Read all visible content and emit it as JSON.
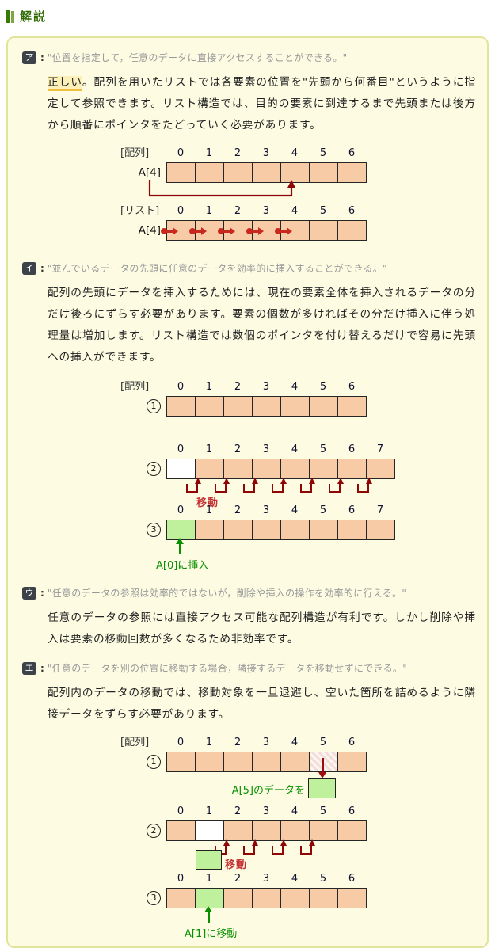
{
  "header": {
    "title": "解説"
  },
  "palette": {
    "panel_bg": "#FDFCE3",
    "panel_border": "#DFE59A",
    "title_green": "#2E6B00",
    "badge_bg": "#3C4248",
    "quote_gray": "#999999",
    "highlight_underline": "#EFBE3C",
    "cell_peach": "#F6CBA6",
    "cell_green": "#BFF09B",
    "arrow_dark_red": "#8F0606",
    "pointer_red": "#C8281E",
    "label_green": "#089000",
    "move_label_red": "#C43333"
  },
  "sections": [
    {
      "badge": "ア",
      "colon": ":",
      "quote": "\"位置を指定して，任意のデータに直接アクセスすることができる。\"",
      "para_highlight": "正しい",
      "para": "。配列を用いたリストでは各要素の位置を\"先頭から何番目\"というように指定して参照できます。リスト構造では、目的の要素に到達するまで先頭または後方から順番にポインタをたどっていく必要があります。"
    },
    {
      "badge": "イ",
      "colon": ":",
      "quote": "\"並んでいるデータの先頭に任意のデータを効率的に挿入することができる。\"",
      "para": "配列の先頭にデータを挿入するためには、現在の要素全体を挿入されるデータの分だけ後ろにずらす必要があります。要素の個数が多ければその分だけ挿入に伴う処理量は増加します。リスト構造では数個のポインタを付け替えるだけで容易に先頭への挿入ができます。"
    },
    {
      "badge": "ウ",
      "colon": ":",
      "quote": "\"任意のデータの参照は効率的ではないが，削除や挿入の操作を効率的に行える。\"",
      "para": "任意のデータの参照には直接アクセス可能な配列構造が有利です。しかし削除や挿入は要素の移動回数が多くなるため非効率です。"
    },
    {
      "badge": "エ",
      "colon": ":",
      "quote": "\"任意のデータを別の位置に移動する場合，隣接するデータを移動せずにできる。\"",
      "para": "配列内のデータの移動では、移動対象を一旦退避し、空いた箇所を詰めるように隣接データをずらす必要があります。"
    }
  ],
  "diagrams": {
    "array_access": {
      "title": "[配列]",
      "row_label": "A[4]",
      "indices": [
        "0",
        "1",
        "2",
        "3",
        "4",
        "5",
        "6"
      ],
      "cells": [
        "peach",
        "peach",
        "peach",
        "peach",
        "peach",
        "peach",
        "peach"
      ],
      "bracket_arrow_target_index": 4
    },
    "list_access": {
      "title": "[リスト]",
      "row_label": "A[4]",
      "indices": [
        "0",
        "1",
        "2",
        "3",
        "4",
        "5",
        "6"
      ],
      "cells": [
        "peach",
        "peach",
        "peach",
        "peach",
        "peach",
        "peach",
        "peach"
      ],
      "pointers": 5
    },
    "head_insert": {
      "title": "[配列]",
      "rows": [
        {
          "marker": "①",
          "indices": [
            "0",
            "1",
            "2",
            "3",
            "4",
            "5",
            "6"
          ],
          "cells": [
            "peach",
            "peach",
            "peach",
            "peach",
            "peach",
            "peach",
            "peach"
          ]
        },
        {
          "marker": "②",
          "indices": [
            "0",
            "1",
            "2",
            "3",
            "4",
            "5",
            "6",
            "7"
          ],
          "cells": [
            "white",
            "peach",
            "peach",
            "peach",
            "peach",
            "peach",
            "peach",
            "peach"
          ],
          "shift_arrows_at": [
            1,
            2,
            3,
            4,
            5,
            6,
            7
          ],
          "shift_label": "移動"
        },
        {
          "marker": "③",
          "indices": [
            "0",
            "1",
            "2",
            "3",
            "4",
            "5",
            "6",
            "7"
          ],
          "cells": [
            "green",
            "peach",
            "peach",
            "peach",
            "peach",
            "peach",
            "peach",
            "peach"
          ],
          "note": "A[0]に挿入",
          "note_index": 0
        }
      ]
    },
    "move_element": {
      "title": "[配列]",
      "rows": [
        {
          "marker": "①",
          "indices": [
            "0",
            "1",
            "2",
            "3",
            "4",
            "5",
            "6"
          ],
          "cells": [
            "peach",
            "peach",
            "peach",
            "peach",
            "peach",
            "hatch",
            "peach"
          ],
          "evacuate": {
            "from_index": 5,
            "note": "A[5]のデータを"
          }
        },
        {
          "marker": "②",
          "indices": [
            "0",
            "1",
            "2",
            "3",
            "4",
            "5",
            "6"
          ],
          "cells": [
            "peach",
            "white",
            "peach",
            "peach",
            "peach",
            "peach",
            "peach"
          ],
          "shift_arrows_at": [
            2,
            3,
            4,
            5
          ],
          "shift_label": "移動",
          "holding_box_index": 1
        },
        {
          "marker": "③",
          "indices": [
            "0",
            "1",
            "2",
            "3",
            "4",
            "5",
            "6"
          ],
          "cells": [
            "peach",
            "green",
            "peach",
            "peach",
            "peach",
            "peach",
            "peach"
          ],
          "note": "A[1]に移動",
          "note_index": 1
        }
      ]
    }
  }
}
